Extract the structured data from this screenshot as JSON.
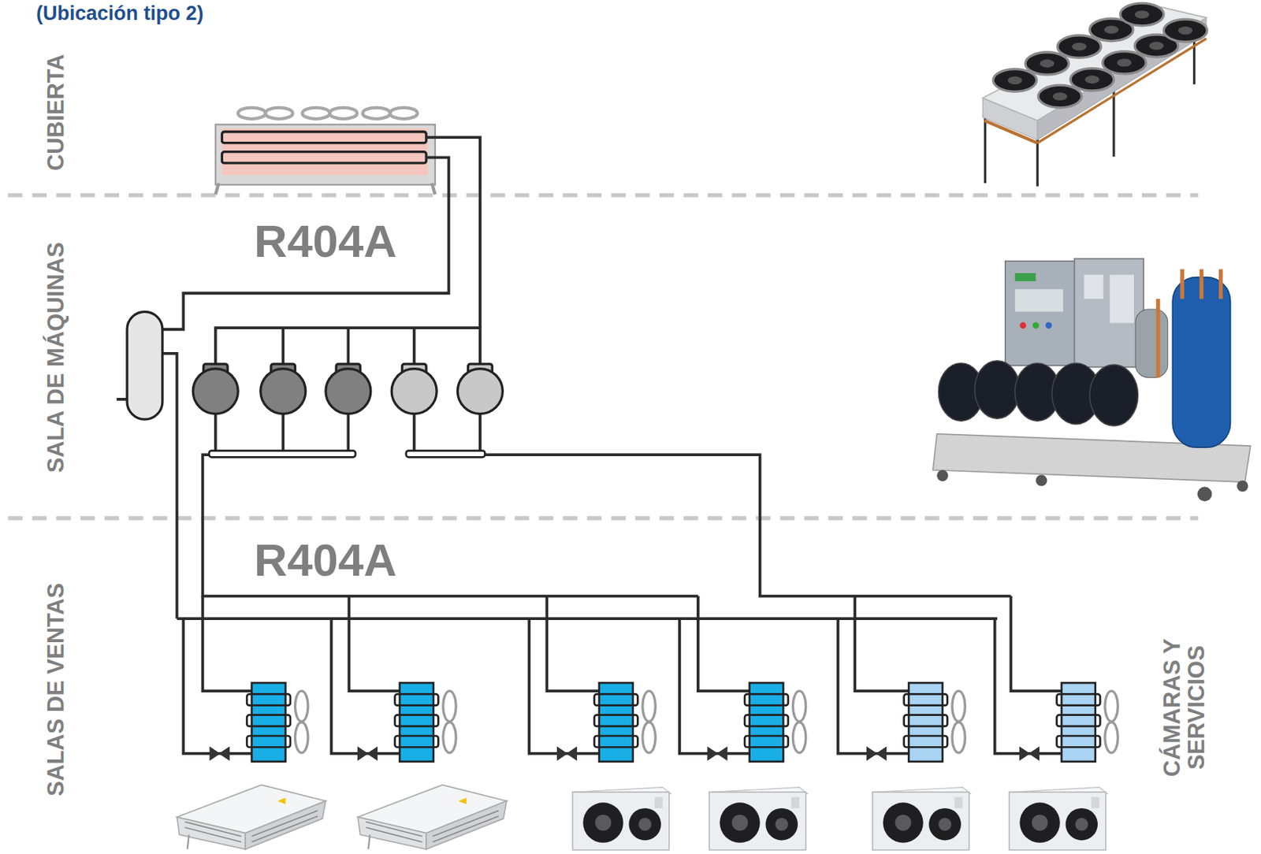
{
  "diagram": {
    "title": "(Ubicación tipo 2)",
    "labels": [
      "CUBIERTA",
      "SALA DE MÁQUINAS",
      "R404A",
      "R404A",
      "SALAS DE VENTAS",
      "CÁMARAS Y SERVICIOS"
    ]
  }
}
